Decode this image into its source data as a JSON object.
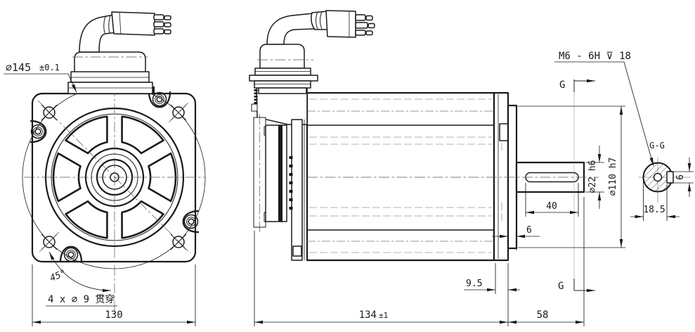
{
  "front": {
    "dia_label": "∅145",
    "dia_tol": "±0.1",
    "angle": "45°",
    "holes_note": "4 x ∅ 9 贯穿",
    "width": "130"
  },
  "side": {
    "tap_note": "M6 - 6H ⊽ 18",
    "g_top": "G",
    "g_bottom": "G",
    "key_len": "40",
    "boss_len": "6",
    "shaft_dia": "∅22 h6",
    "pilot_dia": "∅110 h7",
    "flange_thk": "9.5",
    "length": "134",
    "length_tol": "±1",
    "shaft_len": "58"
  },
  "section": {
    "label": "G-G",
    "key_w": "6",
    "flat": "18.5"
  },
  "colors": {
    "line": "#1a1a1a",
    "hidden": "#979797",
    "background": "#ffffff"
  }
}
